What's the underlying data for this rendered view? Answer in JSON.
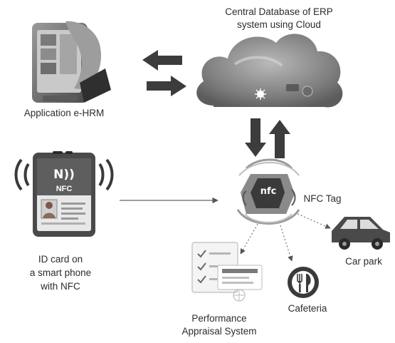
{
  "nodes": {
    "cloud_db": {
      "label_line1": "Central Database of ERP",
      "label_line2": "system using Cloud",
      "icon": "cloud-icon"
    },
    "ehrm_app": {
      "label": "Application e-HRM",
      "icon": "smartphone-hand-icon"
    },
    "id_card": {
      "label_line1": "ID card on",
      "label_line2": "a smart phone",
      "label_line3": "with NFC",
      "badge": "NFC",
      "icon": "nfc-id-card-phone-icon"
    },
    "nfc_tag": {
      "label": "NFC Tag",
      "chip_text": "nfc",
      "icon": "nfc-tag-icon"
    },
    "car_park": {
      "label": "Car park",
      "icon": "car-icon"
    },
    "cafeteria": {
      "label": "Cafeteria",
      "icon": "fork-knife-icon"
    },
    "performance": {
      "label_line1": "Performance",
      "label_line2": "Appraisal System",
      "icon": "checklist-monitor-icon"
    }
  },
  "colors": {
    "arrow_gray": "#3c3c3c",
    "cloud_fill": "#8a8a8a",
    "text": "#2c2c2c"
  }
}
